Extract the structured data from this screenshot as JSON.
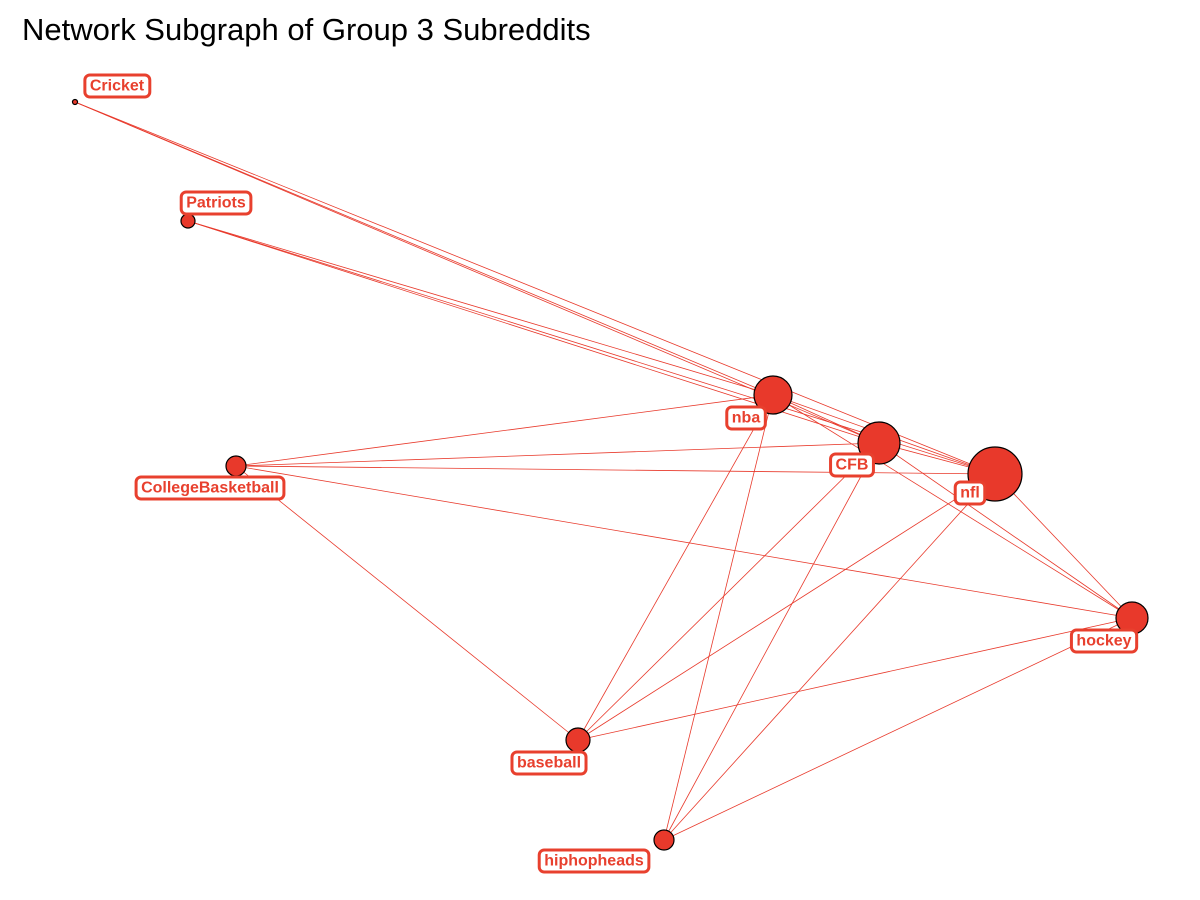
{
  "title": "Network Subgraph of Group 3 Subreddits",
  "colors": {
    "node_fill": "#e8392b",
    "node_stroke": "#000000",
    "edge": "#e8392b",
    "label_text": "#e8402e",
    "label_border": "#e8402e",
    "label_fill": "#ffffff"
  },
  "nodes": [
    {
      "id": "Cricket",
      "label": "Cricket"
    },
    {
      "id": "Patriots",
      "label": "Patriots"
    },
    {
      "id": "nba",
      "label": "nba"
    },
    {
      "id": "CFB",
      "label": "CFB"
    },
    {
      "id": "nfl",
      "label": "nfl"
    },
    {
      "id": "CollegeBasketball",
      "label": "CollegeBasketball"
    },
    {
      "id": "hockey",
      "label": "hockey"
    },
    {
      "id": "baseball",
      "label": "baseball"
    },
    {
      "id": "hiphopheads",
      "label": "hiphopheads"
    }
  ],
  "edges": [
    {
      "source": "Cricket",
      "target": "nba"
    },
    {
      "source": "Cricket",
      "target": "CFB"
    },
    {
      "source": "Cricket",
      "target": "nfl"
    },
    {
      "source": "Patriots",
      "target": "nba"
    },
    {
      "source": "Patriots",
      "target": "CFB"
    },
    {
      "source": "Patriots",
      "target": "nfl"
    },
    {
      "source": "nba",
      "target": "CFB"
    },
    {
      "source": "nba",
      "target": "nfl"
    },
    {
      "source": "CFB",
      "target": "nfl"
    },
    {
      "source": "CollegeBasketball",
      "target": "nba"
    },
    {
      "source": "CollegeBasketball",
      "target": "CFB"
    },
    {
      "source": "CollegeBasketball",
      "target": "nfl"
    },
    {
      "source": "CollegeBasketball",
      "target": "hockey"
    },
    {
      "source": "CollegeBasketball",
      "target": "baseball"
    },
    {
      "source": "nba",
      "target": "hockey"
    },
    {
      "source": "CFB",
      "target": "hockey"
    },
    {
      "source": "nfl",
      "target": "hockey"
    },
    {
      "source": "nba",
      "target": "baseball"
    },
    {
      "source": "CFB",
      "target": "baseball"
    },
    {
      "source": "nfl",
      "target": "baseball"
    },
    {
      "source": "hockey",
      "target": "baseball"
    },
    {
      "source": "nba",
      "target": "hiphopheads"
    },
    {
      "source": "CFB",
      "target": "hiphopheads"
    },
    {
      "source": "nfl",
      "target": "hiphopheads"
    },
    {
      "source": "hockey",
      "target": "hiphopheads"
    }
  ]
}
